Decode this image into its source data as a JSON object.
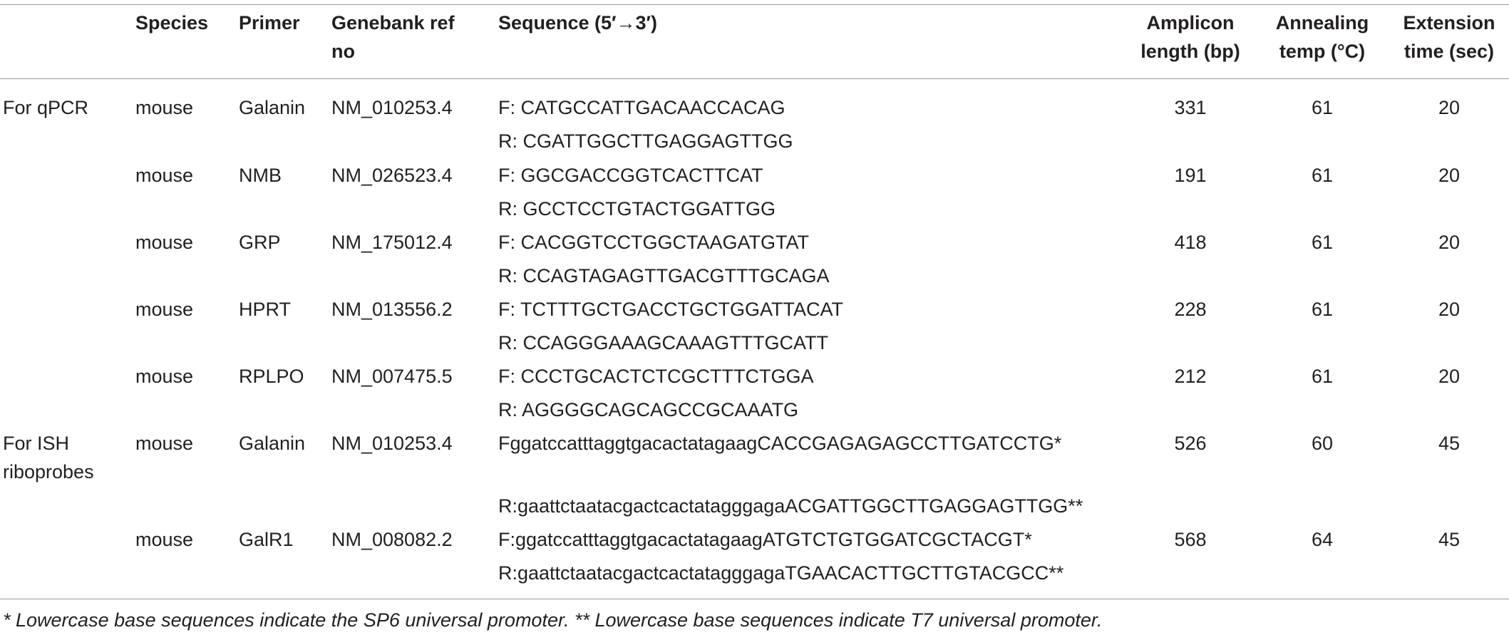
{
  "header": {
    "species": "Species",
    "primer": "Primer",
    "genebank_line1": "Genebank ref",
    "genebank_line2": "no",
    "sequence": "Sequence (5′→3′)",
    "amplicon_line1": "Amplicon",
    "amplicon_line2": "length (bp)",
    "annealing_line1": "Annealing",
    "annealing_line2": "temp (°C)",
    "extension_line1": "Extension",
    "extension_line2": "time (sec)"
  },
  "groups": {
    "qpcr": "For qPCR",
    "ish_line1": "For ISH",
    "ish_line2": "riboprobes"
  },
  "rows": [
    {
      "species": "mouse",
      "primer": "Galanin",
      "ref": "NM_010253.4",
      "fwd": "F: CATGCCATTGACAACCACAG",
      "rev": "R: CGATTGGCTTGAGGAGTTGG",
      "amplicon": "331",
      "annealing": "61",
      "extension": "20"
    },
    {
      "species": "mouse",
      "primer": "NMB",
      "ref": "NM_026523.4",
      "fwd": "F: GGCGACCGGTCACTTCAT",
      "rev": "R: GCCTCCTGTACTGGATTGG",
      "amplicon": "191",
      "annealing": "61",
      "extension": "20"
    },
    {
      "species": "mouse",
      "primer": "GRP",
      "ref": "NM_175012.4",
      "fwd": "F: CACGGTCCTGGCTAAGATGTAT",
      "rev": "R: CCAGTAGAGTTGACGTTTGCAGA",
      "amplicon": "418",
      "annealing": "61",
      "extension": "20"
    },
    {
      "species": "mouse",
      "primer": "HPRT",
      "ref": "NM_013556.2",
      "fwd": "F: TCTTTGCTGACCTGCTGGATTACAT",
      "rev": "R: CCAGGGAAAGCAAAGTTTGCATT",
      "amplicon": "228",
      "annealing": "61",
      "extension": "20"
    },
    {
      "species": "mouse",
      "primer": "RPLPO",
      "ref": "NM_007475.5",
      "fwd": "F: CCCTGCACTCTCGCTTTCTGGA",
      "rev": "R: AGGGGCAGCAGCCGCAAATG",
      "amplicon": "212",
      "annealing": "61",
      "extension": "20"
    },
    {
      "species": "mouse",
      "primer": "Galanin",
      "ref": "NM_010253.4",
      "fwd": "FggatccatttaggtgacactatagaagCACCGAGAGAGCCTTGATCCTG*",
      "rev": "R:gaattctaatacgactcactatagggagaACGATTGGCTTGAGGAGTTGG**",
      "amplicon": "526",
      "annealing": "60",
      "extension": "45"
    },
    {
      "species": "mouse",
      "primer": "GalR1",
      "ref": "NM_008082.2",
      "fwd": "F:ggatccatttaggtgacactatagaagATGTCTGTGGATCGCTACGT*",
      "rev": "R:gaattctaatacgactcactatagggagaTGAACACTTGCTTGTACGCC**",
      "amplicon": "568",
      "annealing": "64",
      "extension": "45"
    }
  ],
  "footnote": "* Lowercase base sequences indicate the SP6 universal promoter. ** Lowercase base sequences indicate T7 universal promoter."
}
